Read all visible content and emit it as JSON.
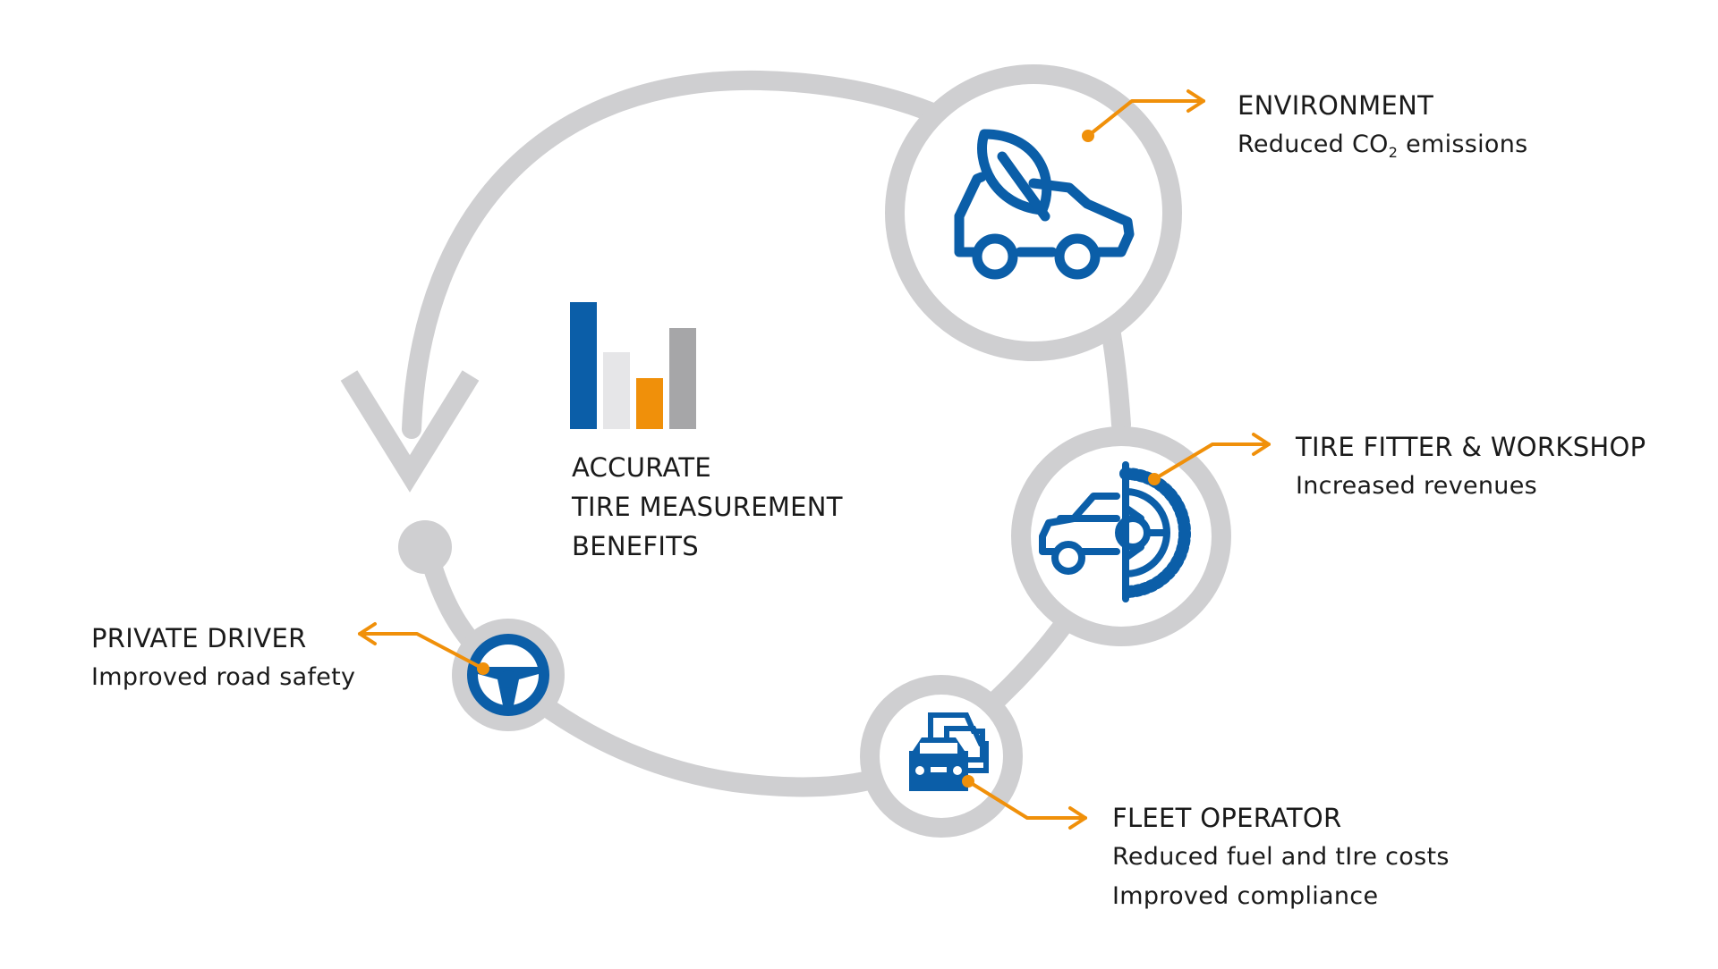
{
  "center": {
    "lines": [
      "ACCURATE",
      "TIRE MEASUREMENT",
      "BENEFITS"
    ]
  },
  "environment": {
    "title": "ENVIRONMENT",
    "benefit_prefix": "Reduced CO",
    "benefit_sub": "2",
    "benefit_suffix": " emissions",
    "icon": "leaf-car-icon"
  },
  "tire_fitter": {
    "title": "TIRE FITTER & WORKSHOP",
    "benefits": [
      "Increased revenues"
    ],
    "icon": "car-tire-icon"
  },
  "fleet_operator": {
    "title": "FLEET OPERATOR",
    "benefits": [
      "Reduced fuel and tIre costs",
      "Improved compliance"
    ],
    "icon": "car-fleet-icon"
  },
  "private_driver": {
    "title": "PRIVATE DRIVER",
    "benefits": [
      "Improved road safety"
    ],
    "icon": "steering-wheel-icon"
  },
  "colors": {
    "blue": "#0b5ea8",
    "orange": "#f0900a",
    "light_gray": "#e6e6e8",
    "gray": "#a6a6a8",
    "ring_gray": "#cfcfd1"
  }
}
